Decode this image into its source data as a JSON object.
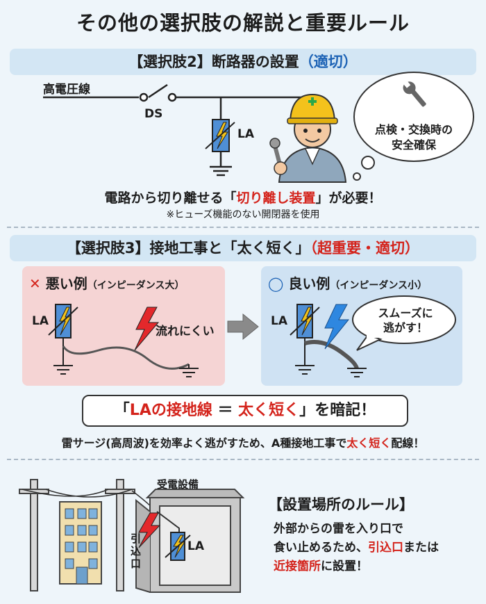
{
  "title": "その他の選択肢の解説と重要ルール",
  "section2": {
    "header_prefix": "【選択肢2】断路器の設置",
    "header_verdict": "（適切）",
    "line_label": "高電圧線",
    "ds_label": "DS",
    "la_label": "LA",
    "bubble_text_1": "点検・交換時の",
    "bubble_text_2": "安全確保",
    "caption_a": "電路から切り離せる「",
    "caption_b": "切り離し装置",
    "caption_c": "」が必要！",
    "note": "※ヒューズ機能のない開閉器を使用"
  },
  "section3": {
    "header_prefix": "【選択肢3】接地工事と「太く短く」",
    "header_verdict": "（超重要・適切）",
    "bad": {
      "mark": "✕",
      "title": "悪い例",
      "sub": "（インピーダンス大）",
      "la_label": "LA",
      "flow_text": "流れにくい"
    },
    "good": {
      "mark": "◯",
      "title": "良い例",
      "sub": "（インピーダンス小）",
      "la_label": "LA",
      "bubble_1": "スムーズに",
      "bubble_2": "逃がす！"
    },
    "memo_a": "「",
    "memo_b": "LAの接地線",
    "memo_c": " ＝ ",
    "memo_d": "太く短く",
    "memo_e": "」を暗記！",
    "explain_a": "雷サージ(高周波)を効率よく逃がすため、A種接地工事で",
    "explain_b": "太く短く",
    "explain_c": "配線！"
  },
  "section4": {
    "equipment_label": "受電設備",
    "entry_label": "引込口",
    "la_label": "LA",
    "rule_title": "【設置場所のルール】",
    "rule_1": "外部からの雷を入り口で",
    "rule_2a": "食い止めるため、",
    "rule_2b": "引込口",
    "rule_2c": "または",
    "rule_3a": "近接箇所",
    "rule_3b": "に設置！"
  },
  "colors": {
    "accent_blue": "#1c62b5",
    "accent_red": "#d4231b",
    "band_bg": "#d3e6f4",
    "bad_bg": "#f5d4d4",
    "good_bg": "#cfe2f3",
    "la_fill": "#4f8fd6",
    "bolt_yellow": "#f2c21b"
  },
  "icons": [
    "wrench-icon",
    "lightning-icon",
    "cross-icon",
    "circle-icon",
    "arrow-right-icon",
    "surge-arrester-icon",
    "ground-icon",
    "hard-hat-worker-icon",
    "utility-pole-icon",
    "building-icon"
  ]
}
